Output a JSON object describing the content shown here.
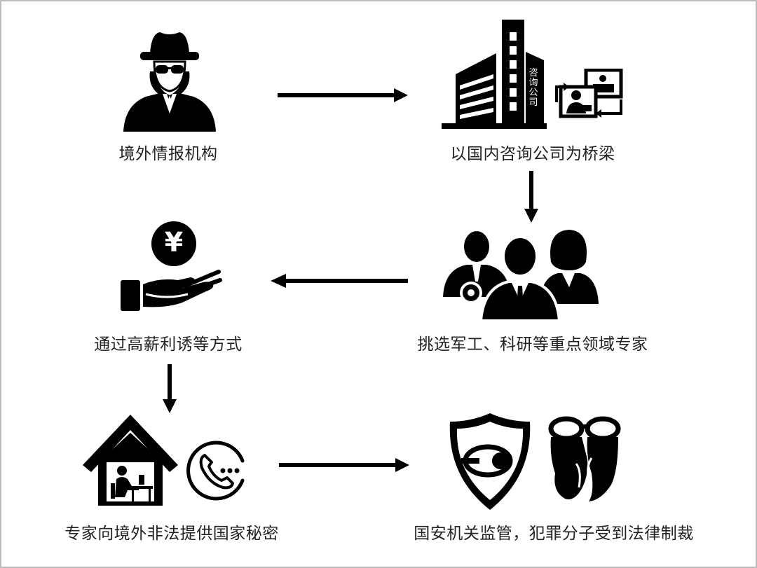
{
  "colors": {
    "ink": "#000000",
    "text": "#222222",
    "frame": "#bdbdbd"
  },
  "icons": {
    "spy": "spy-icon",
    "company": "consulting-company-building-icon",
    "meeting": "video-conference-icon",
    "money": "yuan-money-hand-icon",
    "experts": "expert-group-icon",
    "home": "home-office-icon",
    "phone": "phone-call-icon",
    "shield": "security-shield-eye-icon",
    "handcuffs": "handcuffed-hands-icon"
  },
  "building_sign": "咨询公司",
  "currency_symbol": "¥",
  "steps": {
    "step1": "境外情报机构",
    "step2": "以国内咨询公司为桥梁",
    "step3": "挑选军工、科研等重点领域专家",
    "step4": "通过高薪利诱等方式",
    "step5": "专家向境外非法提供国家秘密",
    "step6": "国安机关监管，犯罪分子受到法律制裁"
  }
}
